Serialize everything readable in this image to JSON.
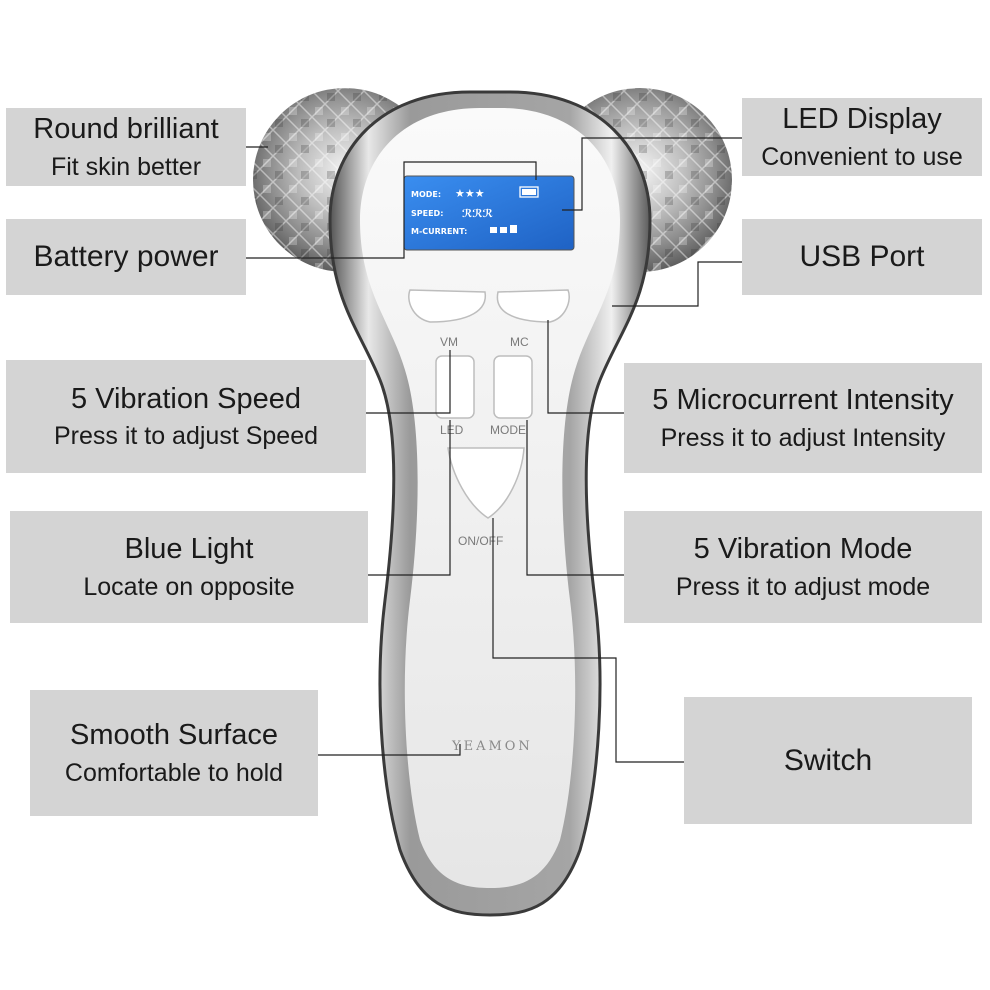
{
  "labels": {
    "round": {
      "title": "Round brilliant",
      "subtitle": "Fit skin better"
    },
    "battery": {
      "title": "Battery power"
    },
    "vibration_speed": {
      "title": "5 Vibration Speed",
      "subtitle": "Press it to adjust Speed"
    },
    "blue_light": {
      "title": "Blue Light",
      "subtitle": "Locate on opposite"
    },
    "smooth": {
      "title": "Smooth Surface",
      "subtitle": "Comfortable to hold"
    },
    "led_display": {
      "title": "LED Display",
      "subtitle": "Convenient to use"
    },
    "usb": {
      "title": "USB Port"
    },
    "microcurrent": {
      "title": "5 Microcurrent Intensity",
      "subtitle": "Press it to adjust Intensity"
    },
    "vibration_mode": {
      "title": "5 Vibration Mode",
      "subtitle": "Press it to adjust mode"
    },
    "switch": {
      "title": "Switch"
    }
  },
  "lcd": {
    "mode_label": "MODE:",
    "speed_label": "SPEED:",
    "current_label": "M-CURRENT:",
    "mode_stars": "★★★",
    "speed_icons": "ℛℛℛ"
  },
  "buttons": {
    "vm": "VM",
    "mc": "MC",
    "led": "LED",
    "mode": "MODE",
    "onoff": "ON/OFF"
  },
  "brand": "YEAMON",
  "colors": {
    "label_bg": "#d4d4d4",
    "lcd_blue": "#2f7fe0",
    "chrome": "#b8b8b8"
  }
}
